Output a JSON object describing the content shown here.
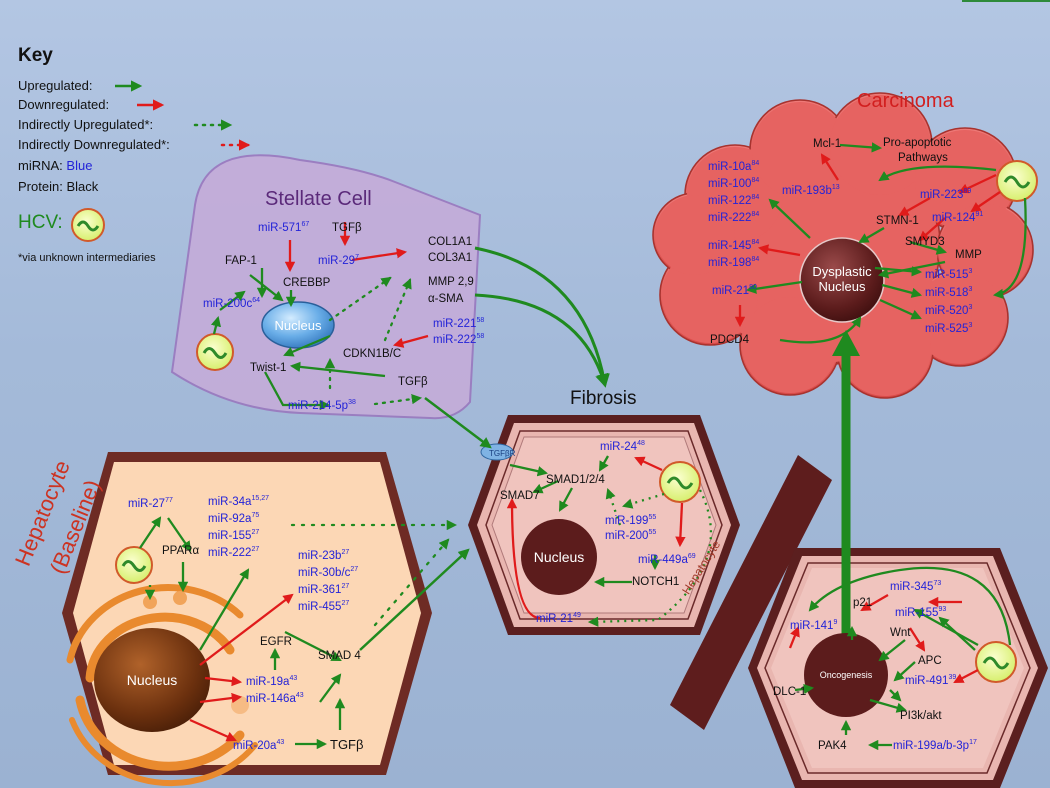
{
  "key": {
    "title": "Key",
    "upregulated": "Upregulated:",
    "downregulated": "Downregulated:",
    "indirect_up": "Indirectly Upregulated*:",
    "indirect_down": "Indirectly Downregulated*:",
    "mirna_label": "miRNA:",
    "mirna_value": "Blue",
    "protein_label": "Protein:",
    "protein_value": "Black",
    "hcv_label": "HCV:",
    "footnote": "*via unknown intermediaries"
  },
  "colors": {
    "upregulated": "#1f8a1f",
    "downregulated": "#e01b1b",
    "mirna": "#2323d8",
    "protein": "#111111"
  },
  "stellate": {
    "title": "Stellate Cell",
    "nucleus": "Nucleus",
    "labels": {
      "mir571": "miR-571",
      "mir571_ref": "67",
      "tgfb_top": "TGFβ",
      "mir29": "miR-29",
      "mir29_ref": "7",
      "col1a1": "COL1A1",
      "col3a1": "COL3A1",
      "fap1": "FAP-1",
      "crebbp": "CREBBP",
      "mmp": "MMP 2,9",
      "asma": "α-SMA",
      "mir200c": "miR-200c",
      "mir200c_ref": "64",
      "mir221": "miR-221",
      "mir221_ref": "58",
      "mir222": "miR-222",
      "mir222_ref": "58",
      "cdkn": "CDKN1B/C",
      "twist": "Twist-1",
      "tgfb_bottom": "TGFβ",
      "mir214": "miR-214-5p",
      "mir214_ref": "38"
    }
  },
  "hepatocyte": {
    "title": "Hepatocyte",
    "subtitle": "(Baseline)",
    "nucleus": "Nucleus",
    "labels": {
      "mir27": "miR-27",
      "mir27_ref": "77",
      "ppara": "PPARα",
      "mir34a": "miR-34a",
      "mir34a_ref": "15,27",
      "mir92a": "miR-92a",
      "mir92a_ref": "75",
      "mir155": "miR-155",
      "mir155_ref": "27",
      "mir222": "miR-222",
      "mir222_ref": "27",
      "mir23b": "miR-23b",
      "mir23b_ref": "27",
      "mir30bc": "miR-30b/c",
      "mir30bc_ref": "27",
      "mir361": "miR-361",
      "mir361_ref": "27",
      "mir455": "miR-455",
      "mir455_ref": "27",
      "egfr": "EGFR",
      "smad4": "SMAD 4",
      "mir19a": "miR-19a",
      "mir19a_ref": "43",
      "mir146a": "miR-146a",
      "mir146a_ref": "43",
      "mir20a": "miR-20a",
      "mir20a_ref": "43",
      "tgfb": "TGFβ"
    }
  },
  "fibrosis": {
    "title": "Fibrosis",
    "nucleus": "Nucleus",
    "receptor": "TGFβR",
    "side_label": "Hepatocyte",
    "labels": {
      "mir24": "miR-24",
      "mir24_ref": "48",
      "smad124": "SMAD1/2/4",
      "smad7": "SMAD7",
      "mir199": "miR-199",
      "mir199_ref": "55",
      "mir200": "miR-200",
      "mir200_ref": "55",
      "mir449a": "miR-449a",
      "mir449a_ref": "69",
      "notch1": "NOTCH1",
      "mir21": "miR-21",
      "mir21_ref": "49"
    }
  },
  "carcinoma": {
    "title": "Carcinoma",
    "nucleus_line1": "Dysplastic",
    "nucleus_line2": "Nucleus",
    "labels": {
      "mcl1": "Mcl-1",
      "proapop1": "Pro-apoptotic",
      "proapop2": "Pathways",
      "mir10a": "miR-10a",
      "mir10a_ref": "84",
      "mir100": "miR-100",
      "mir100_ref": "84",
      "mir122": "miR-122",
      "mir122_ref": "84",
      "mir222": "miR-222",
      "mir222_ref": "84",
      "mir193b": "miR-193b",
      "mir193b_ref": "13",
      "mir223": "miR-223",
      "mir223_ref": "89",
      "mir124": "miR-124",
      "mir124_ref": "91",
      "stmn1": "STMN-1",
      "smyd3": "SMYD3",
      "mmp": "MMP",
      "mir145": "miR-145",
      "mir145_ref": "84",
      "mir198": "miR-198",
      "mir198_ref": "84",
      "mir515": "miR-515",
      "mir515_ref": "3",
      "mir518": "miR-518",
      "mir518_ref": "3",
      "mir520": "miR-520",
      "mir520_ref": "3",
      "mir525": "miR-525",
      "mir525_ref": "3",
      "mir21": "miR-21",
      "mir21_ref": "80",
      "pdcd4": "PDCD4"
    }
  },
  "oncogenesis": {
    "nucleus": "Oncogenesis",
    "labels": {
      "mir345": "miR-345",
      "mir345_ref": "73",
      "p21": "p21",
      "mir155": "miR-155",
      "mir155_ref": "93",
      "mir141": "miR-141",
      "mir141_ref": "9",
      "wnt": "Wnt",
      "apc": "APC",
      "dlc1": "DLC-1",
      "mir491": "miR-491",
      "mir491_ref": "39",
      "pi3k": "PI3k/akt",
      "pak4": "PAK4",
      "mir199ab": "miR-199a/b-3p",
      "mir199ab_ref": "17"
    }
  }
}
